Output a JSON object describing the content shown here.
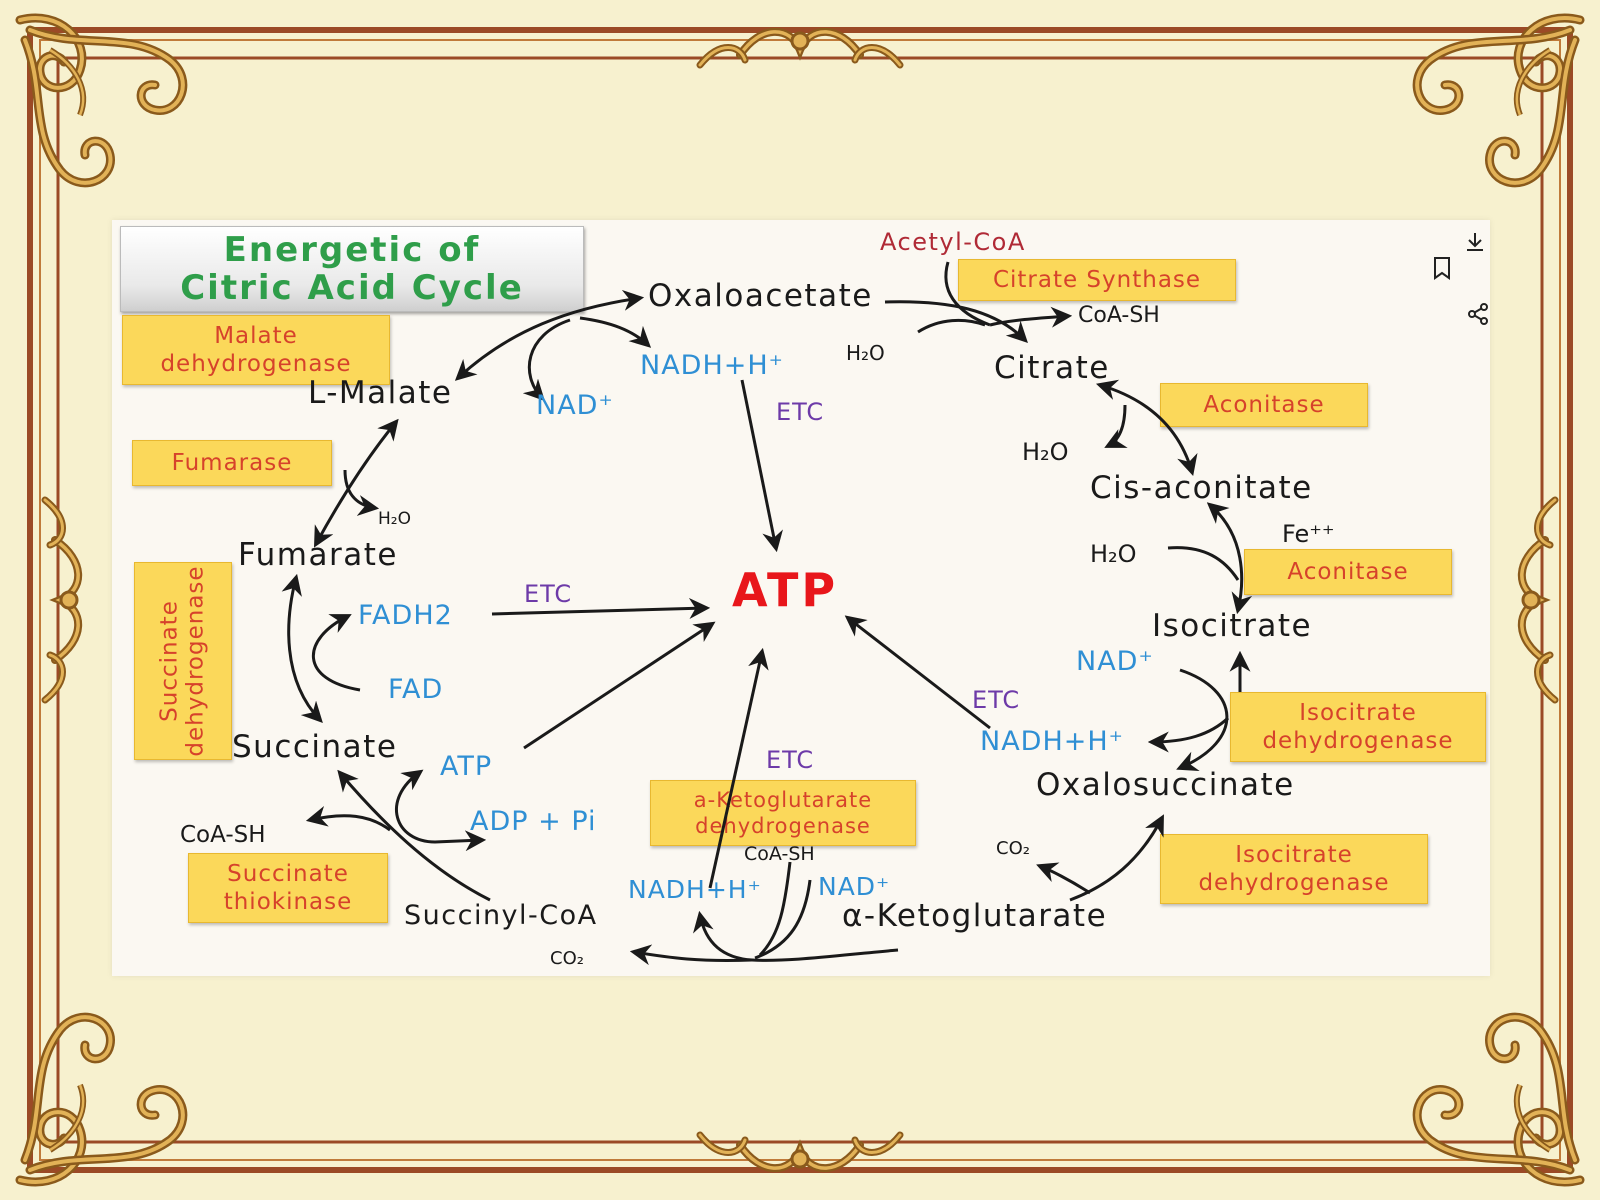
{
  "title": {
    "line1": "Energetic of",
    "line2": "Citric Acid Cycle"
  },
  "colors": {
    "metabolite": "#1a1a1a",
    "cofactor": "#2f8fd4",
    "etc": "#6d3aa8",
    "atp": "#e8161b",
    "enzyme_text": "#d6422b",
    "enzyme_bg": "#fbd85a",
    "acetyl": "#b02a36",
    "title": "#2f9e4a"
  },
  "enzymes": {
    "malate_dh": [
      "Malate",
      "dehydrogenase"
    ],
    "fumarase": "Fumarase",
    "succinate_dh": [
      "Succinate",
      "dehydrogenase"
    ],
    "succinate_thiokinase": [
      "Succinate",
      "thiokinase"
    ],
    "citrate_synthase": "Citrate Synthase",
    "aconitase_1": "Aconitase",
    "aconitase_2": "Aconitase",
    "isocitrate_dh_1": [
      "Isocitrate",
      "dehydrogenase"
    ],
    "isocitrate_dh_2": [
      "Isocitrate",
      "dehydrogenase"
    ],
    "akg_dh": [
      "a-Ketoglutarate",
      "dehydrogenase"
    ]
  },
  "metabolites": {
    "oxaloacetate": "Oxaloacetate",
    "citrate": "Citrate",
    "cis_aconitate": "Cis-aconitate",
    "isocitrate": "Isocitrate",
    "oxalosuccinate": "Oxalosuccinate",
    "akg": "α-Ketoglutarate",
    "succinyl_coa": "Succinyl-CoA",
    "succinate": "Succinate",
    "fumarate": "Fumarate",
    "l_malate": "L-Malate"
  },
  "center": "ATP",
  "labels": {
    "acetyl_coa": "Acetyl-CoA",
    "coa_sh_top": "CoA-SH",
    "h2o_top": "H₂O",
    "nadh_top": "NADH+H⁺",
    "nad_top": "NAD⁺",
    "etc_top": "ETC",
    "h2o_aco1": "H₂O",
    "h2o_aco2": "H₂O",
    "fe": "Fe⁺⁺",
    "nad_right": "NAD⁺",
    "etc_right": "ETC",
    "nadh_right": "NADH+H⁺",
    "co2_right": "CO₂",
    "etc_bottom": "ETC",
    "coa_sh_bottom": "CoA-SH",
    "nadh_bottom": "NADH+H⁺",
    "nad_bottom": "NAD⁺",
    "co2_bottom": "CO₂",
    "coa_sh_left": "CoA-SH",
    "atp_left": "ATP",
    "adp_pi": "ADP + Pi",
    "fadh2": "FADH2",
    "etc_left": "ETC",
    "fad": "FAD",
    "h2o_fum": "H₂O"
  },
  "ui": {
    "download": "download-icon",
    "bookmark": "bookmark-icon",
    "share": "share-icon"
  }
}
